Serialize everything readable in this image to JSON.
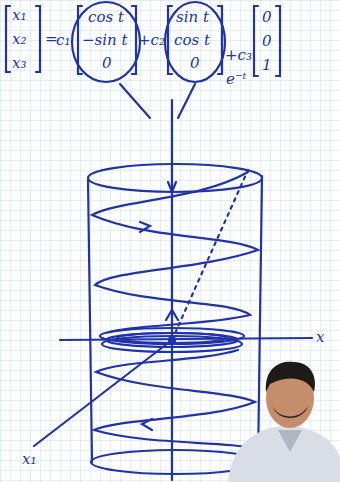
{
  "diagram": {
    "labels": [
      "x₁",
      "x₂",
      "x₃",
      "=",
      "c₁",
      "cos t",
      "−sin t",
      "0",
      "+c₂",
      "sin t",
      "cos t",
      "0",
      "+c₃",
      "e⁻ᵗ",
      "0",
      "0",
      "1",
      "x",
      "x₁"
    ]
  }
}
